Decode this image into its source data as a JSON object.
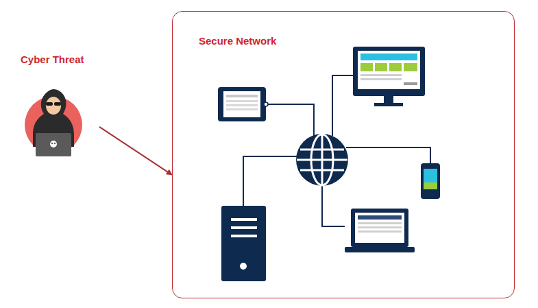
{
  "diagram": {
    "nodes": [
      {
        "text": [
          "Cyber Threat"
        ]
      },
      {
        "text": [
          "Secure Network"
        ]
      }
    ],
    "edges": [
      {
        "from": 0,
        "to": 1,
        "arrow": "to"
      }
    ]
  }
}
